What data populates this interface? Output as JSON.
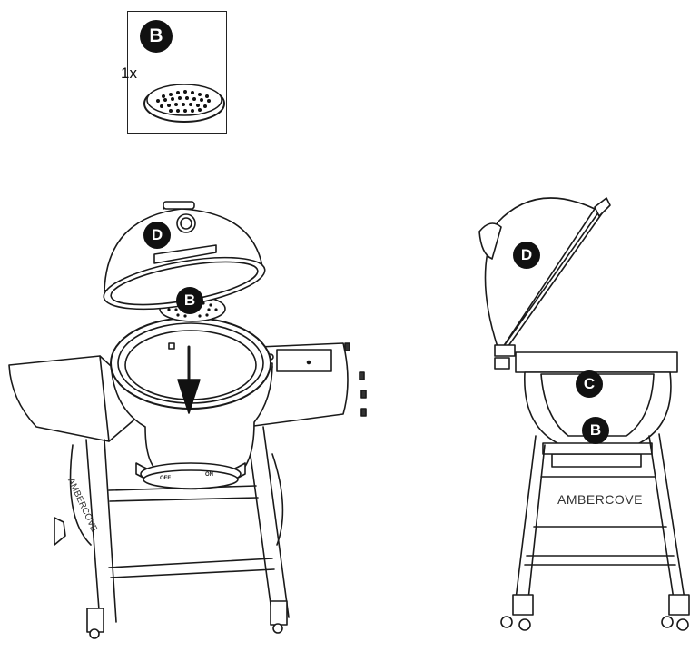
{
  "part_box": {
    "badge": "B",
    "quantity": "1x"
  },
  "left_view": {
    "lid_badge": "D",
    "grate_badge": "B",
    "brand": "AMBERCOVE",
    "knob_off": "OFF",
    "knob_on": "ON"
  },
  "right_view": {
    "lid_badge": "D",
    "bowl_badge": "C",
    "grate_badge": "B",
    "brand": "AMBERCOVE"
  }
}
